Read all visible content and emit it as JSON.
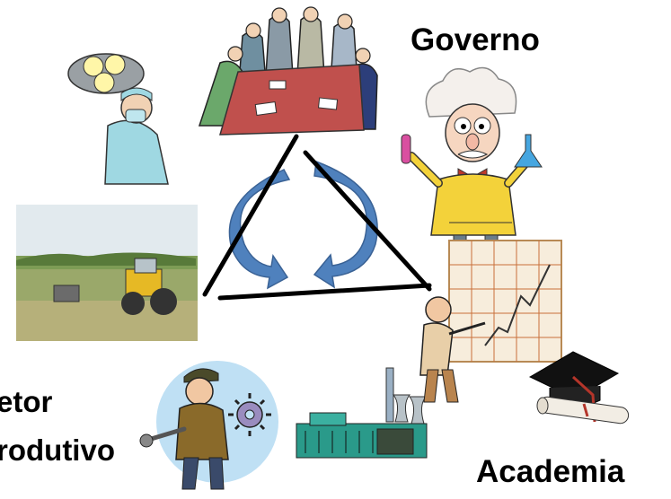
{
  "labels": {
    "governo": "Governo",
    "setor_line1": "etor",
    "setor_line2": "rodutivo",
    "academia": "Academia"
  },
  "colors": {
    "triangle": "#000000",
    "cycle_arrows": "#4f81bd",
    "table": "#c0504d",
    "field_sky": "#dfe8ec",
    "field_grass": "#8ea65a",
    "chart_grid": "#c9703a"
  },
  "icons": [
    "meeting-table-icon",
    "surgeon-icon",
    "scientist-icon",
    "tractor-field-photo",
    "worker-with-gears-icon",
    "factory-icon",
    "presenter-chart-icon",
    "graduation-cap-diploma-icon",
    "cycle-arrows-icon"
  ]
}
